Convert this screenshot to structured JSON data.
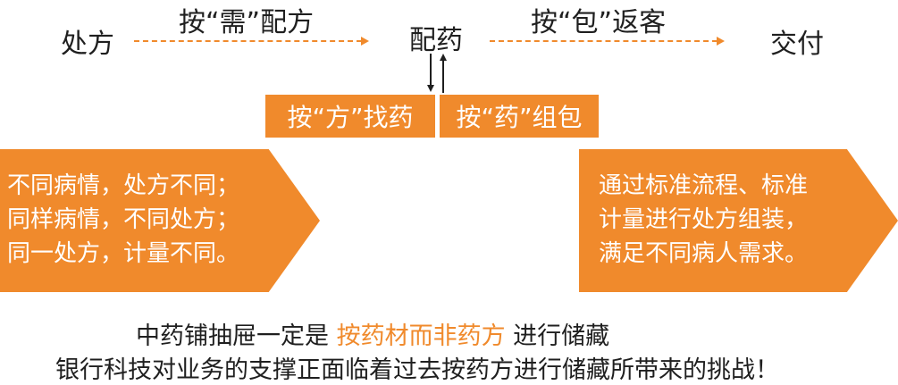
{
  "flow": {
    "node_prescription": "处方",
    "node_dispensing": "配药",
    "node_delivery": "交付",
    "label_by_need": "按“需”配方",
    "label_by_package": "按“包”返客"
  },
  "boxes": {
    "find_by_prescription": "按“方”找药",
    "pack_by_medicine": "按“药”组包"
  },
  "left_arrow": {
    "lines": [
      "不同病情，处方不同；",
      "同样病情，不同处方；",
      "同一处方，计量不同。"
    ]
  },
  "right_arrow": {
    "lines": [
      "通过标准流程、标准",
      "计量进行处方组装，",
      "满足不同病人需求。"
    ]
  },
  "footer": {
    "line1_prefix": "中药铺抽屉一定是 ",
    "line1_highlight": "按药材而非药方",
    "line1_suffix": " 进行储藏",
    "line2": "银行科技对业务的支撑正面临着过去按药方进行储藏所带来的挑战！"
  },
  "colors": {
    "accent": "#f08a2c",
    "text": "#1f1f1f",
    "on_accent": "#ffffff"
  }
}
